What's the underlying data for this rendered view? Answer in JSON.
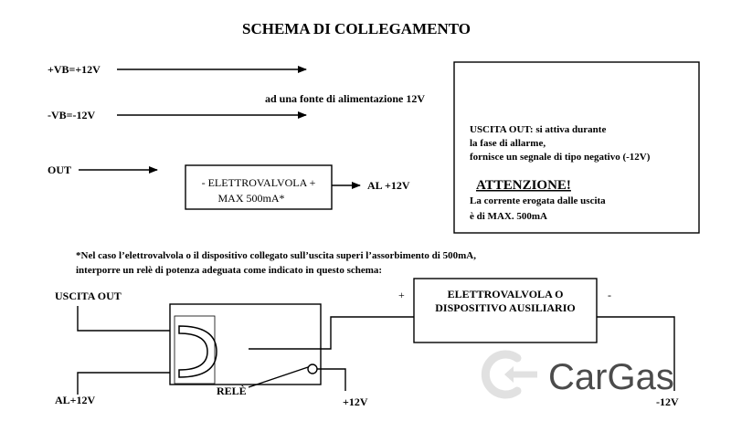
{
  "title": "SCHEMA DI COLLEGAMENTO",
  "top_section": {
    "vb_plus": "+VB=+12V",
    "vb_minus": "-VB=-12V",
    "power_source": "ad una fonte di alimentazione 12V",
    "out": "OUT",
    "valve_line1": "-  ELETTROVALVOLA  +",
    "valve_line2": "MAX 500mA*",
    "al_plus": "AL +12V"
  },
  "info_box": {
    "lines": [
      "USCITA OUT:  si attiva durante",
      "la fase di allarme,",
      " fornisce un segnale di tipo negativo (-12V)"
    ],
    "attention": "ATTENZIONE!",
    "warning_lines": [
      "La corrente erogata dalle uscita",
      "è di MAX. 500mA"
    ]
  },
  "note_lines": [
    "*Nel caso l’elettrovalvola o il dispositivo collegato sull’uscita superi l’assorbimento di 500mA,",
    "  interporre un relè di potenza adeguata come indicato in questo schema:"
  ],
  "relay_section": {
    "uscita_out": "USCITA OUT",
    "al_plus": "AL+12V",
    "rele": "RELÈ",
    "plus12": "+12V",
    "minus12": "-12V",
    "device_line1": "ELETTROVALVOLA O",
    "device_line2": "DISPOSITIVO AUSILIARIO",
    "plus_sign": "+",
    "minus_sign": "-"
  },
  "watermark": "CarGas",
  "colors": {
    "line": "#000000",
    "watermark": "#c9c9c9"
  }
}
